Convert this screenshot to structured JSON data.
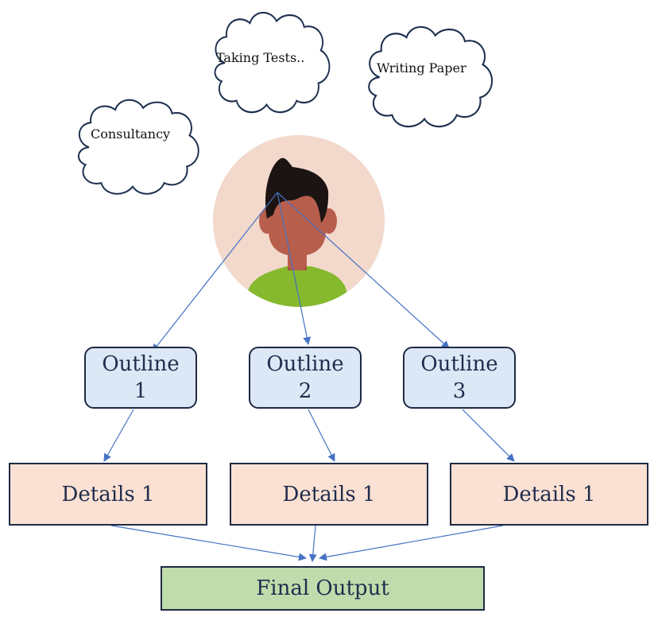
{
  "clouds": [
    {
      "id": "consultancy",
      "label": "Consultancy"
    },
    {
      "id": "taking-tests",
      "label": "Taking Tests.."
    },
    {
      "id": "writing-paper",
      "label": "Writing Paper"
    }
  ],
  "person": {
    "icon": "person-avatar-icon"
  },
  "outlines": [
    {
      "label": "Outline",
      "number": "1"
    },
    {
      "label": "Outline",
      "number": "2"
    },
    {
      "label": "Outline",
      "number": "3"
    }
  ],
  "details": [
    {
      "label": "Details 1"
    },
    {
      "label": "Details 1"
    },
    {
      "label": "Details 1"
    }
  ],
  "final": {
    "label": "Final Output"
  },
  "colors": {
    "arrow": "#4472c4",
    "outline_fill": "#dce8f5",
    "details_fill": "#fbe1d3",
    "final_fill": "#c0dcac",
    "border": "#1f2a44",
    "avatar_bg": "#f2d9cc",
    "hair": "#1c1412",
    "skin": "#b85e4c",
    "shirt": "#86b92e"
  }
}
